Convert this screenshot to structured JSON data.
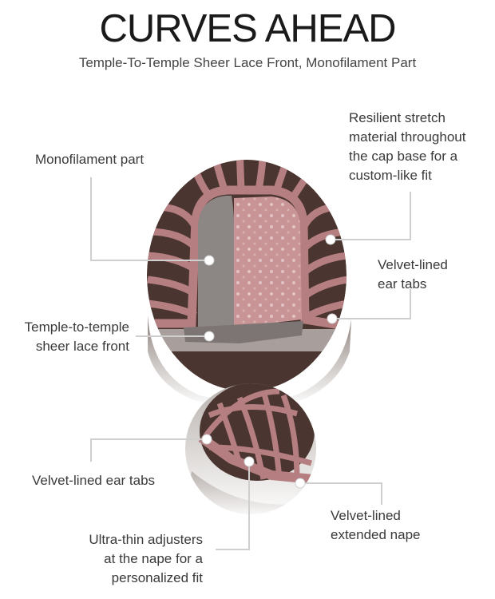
{
  "title": "CURVES AHEAD",
  "subtitle": "Temple-To-Temple Sheer Lace Front, Monofilament Part",
  "colors": {
    "cap_pink": "#b57e80",
    "hair_dark": "#4a3530",
    "mono_gray": "#8c8684",
    "leader": "#cfcfcf",
    "hair_silver": "#d4d0cd"
  },
  "labels": {
    "monofilament_part": "Monofilament part",
    "resilient_stretch": "Resilient stretch\nmaterial throughout\nthe cap base for a\ncustom-like fit",
    "velvet_ear_tabs_top": "Velvet-lined\near tabs",
    "temple_lace": "Temple-to-temple\nsheer lace front",
    "velvet_ear_tabs_bottom": "Velvet-lined ear tabs",
    "velvet_nape": "Velvet-lined\nextended nape",
    "ultra_thin": "Ultra-thin adjusters\nat the nape for a\npersonalized fit"
  }
}
